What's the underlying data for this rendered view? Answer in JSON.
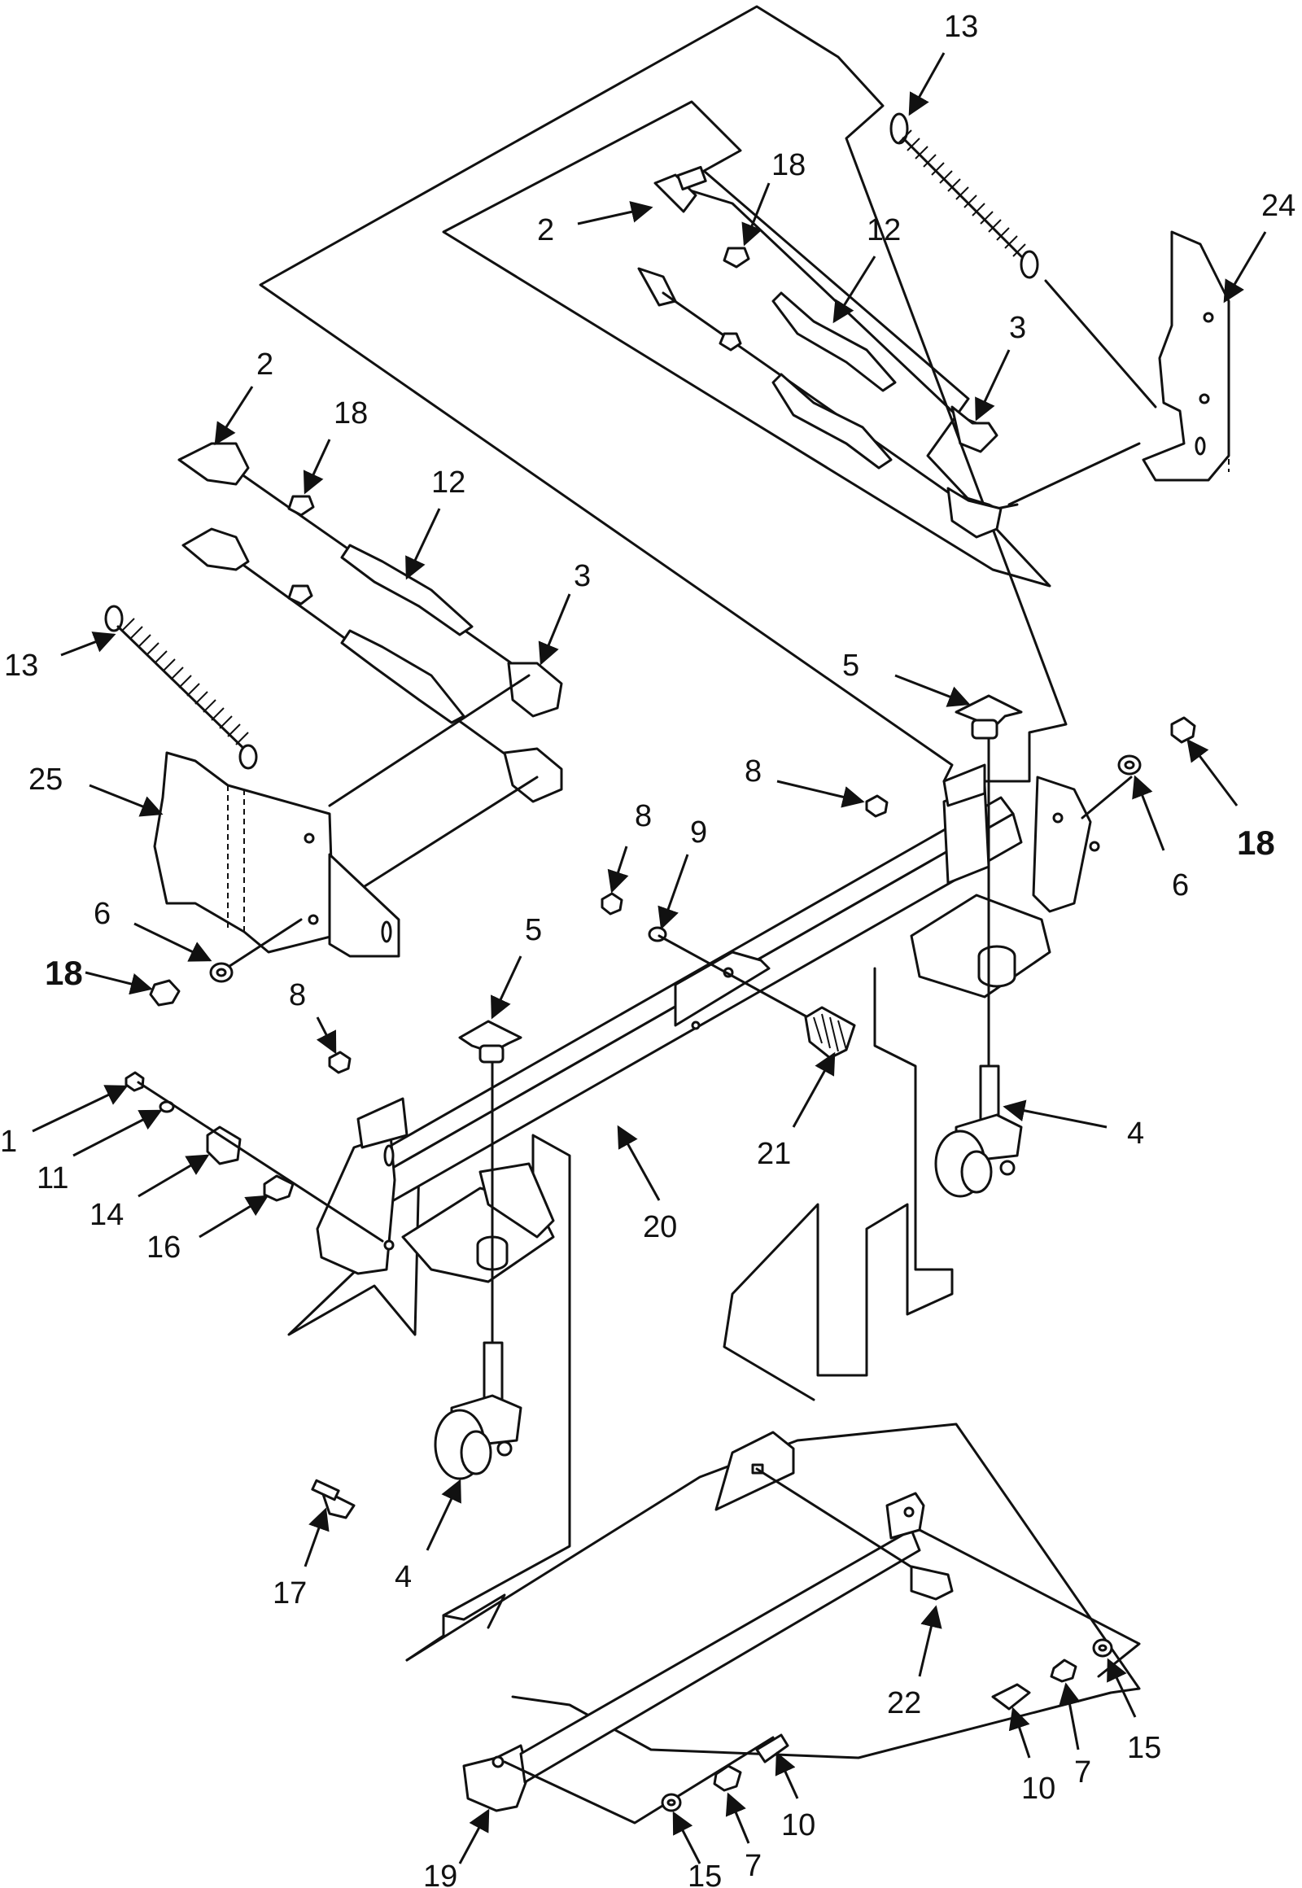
{
  "callouts": {
    "c13_top": "13",
    "c2_top": "2",
    "c18_top": "18",
    "c12_top": "12",
    "c24": "24",
    "c3_top": "3",
    "c2_left": "2",
    "c18_left": "18",
    "c12_left": "12",
    "c3_left": "3",
    "c13_left": "13",
    "c25": "25",
    "c6_left": "6",
    "c18_bold_left": "18",
    "c5_right": "5",
    "c8_right": "8",
    "c6_right": "6",
    "c18_bold_right": "18",
    "c8_mid": "8",
    "c9": "9",
    "c5_left": "5",
    "c8_left": "8",
    "c1": "1",
    "c11": "11",
    "c14": "14",
    "c16": "16",
    "c20": "20",
    "c21": "21",
    "c4_right": "4",
    "c17": "17",
    "c4_left": "4",
    "c22": "22",
    "c10_left": "10",
    "c7_left": "7",
    "c15_left": "15",
    "c19": "19",
    "c10_right": "10",
    "c7_right": "7",
    "c15_right": "15"
  }
}
